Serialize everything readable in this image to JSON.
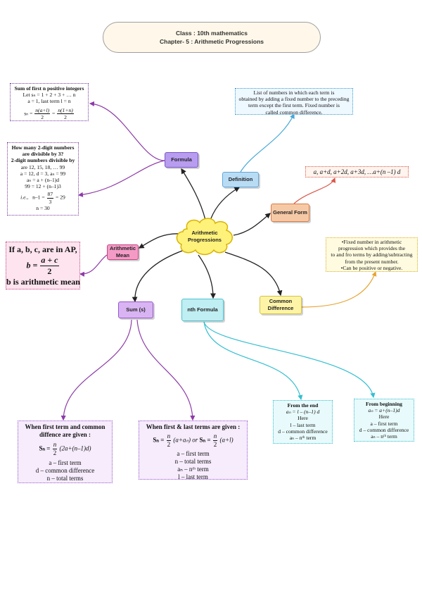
{
  "header": {
    "line1": "Class : 10th mathematics",
    "line2": "Chapter- 5 : Arithmetic Progressions"
  },
  "center": {
    "line1": "Arithmetic",
    "line2": "Progressions"
  },
  "nodes": {
    "formula": "Formula",
    "definition": "Definition",
    "general_form": "General Form",
    "arithmetic_mean_1": "Arithmetic",
    "arithmetic_mean_2": "Mean",
    "sum": "Sum (s)",
    "nth_formula": "nth Formula",
    "common_difference_1": "Common",
    "common_difference_2": "Difference"
  },
  "sum_first_n": {
    "title": "Sum of first n positive integers",
    "l2": "Let sₙ = 1 + 2 + 3 + … n",
    "l3": "a = 1, last term l = n",
    "s_label": "sₙ = ",
    "f1_num": "n(a+l)",
    "f1_den": "2",
    "eq": " = ",
    "f2_num": "n(1+n)",
    "f2_den": "2"
  },
  "divisible": {
    "l1": "How many 2-digit numbers",
    "l2": "are divisible by 3?",
    "l3": "2-digit numbers divisible by",
    "l4": "are 12, 15, 18, … 99",
    "l5": "a = 12, d = 3, aₙ = 99",
    "l6": "aₙ = a + (n–1)d",
    "l7": "99 = 12 + (n–1)3",
    "ie": "i.e.,",
    "l8a": "n–1 = ",
    "f_num": "87",
    "f_den": "3",
    "l8b": " = 29",
    "l9": "n = 30"
  },
  "definition_box": {
    "l1": "List of numbers in which each term is",
    "l2": "obtained by adding a fixed number to the preceding",
    "l3": "term except the first term. Fixed number is",
    "l4": "called common difference."
  },
  "general_form_box": "a, a+d, a+2d, a+3d, …a+(n –1) d",
  "common_diff_box": {
    "l1": "•Fixed number in arithmetic",
    "l2": "progression which provides the",
    "l3": "to and fro terms by adding/subtracting",
    "l4": "from the present number.",
    "l5": "•Can be positive or negative."
  },
  "mean_box": {
    "l1": "If a, b, c, are in AP,",
    "b_eq": "b = ",
    "num": "a + c",
    "den": "2",
    "l3": "b is arithmetic mean"
  },
  "sum_left": {
    "l1": "When first term and common",
    "l2": "diffence are given :",
    "s": "Sₙ = ",
    "num": "n",
    "den": "2",
    "expr": " (2a+(n–1)d)",
    "t1": "a – first term",
    "t2": "d – common difference",
    "t3": "n – total terms"
  },
  "sum_right": {
    "l1": "When first & last terms are given :",
    "s1": "Sₙ = ",
    "n1": "n",
    "d1": "2",
    "e1": " (a+aₙ)  or ",
    "s2": "Sₙ = ",
    "n2": "n",
    "d2": "2",
    "e2": " (a+l)",
    "t1": "a – first term",
    "t2": "n – total terms",
    "t3": "aₙ –  nᵗʰ term",
    "t4": "l – last term"
  },
  "from_end": {
    "l1": "From the end",
    "l2": "aₙ = l – (n–1) d",
    "l3": "Here",
    "l4": "l – last term",
    "l5": "d – common difference",
    "l6": "aₙ – nᵗʰ term"
  },
  "from_begin": {
    "l1": "From beginning",
    "l2": "aₙ = a+(n–1)d",
    "l3": "Here",
    "l4": "a – first term",
    "l5": "d – common difference",
    "l6": "aₙ – nᵗʰ term"
  },
  "colors": {
    "formula": "#b79cf0",
    "definition": "#b9dcf5",
    "general": "#f6c9a6",
    "mean": "#f39bc6",
    "sum": "#d8b4f2",
    "nth": "#bfeef3",
    "common": "#fdf4a8",
    "cloud": "#fff27a",
    "purple_line": "#8e3aa8",
    "blue_line": "#45a8d8",
    "red_line": "#d9584a",
    "cyan_line": "#34bfd0",
    "orange_line": "#e6a634"
  }
}
